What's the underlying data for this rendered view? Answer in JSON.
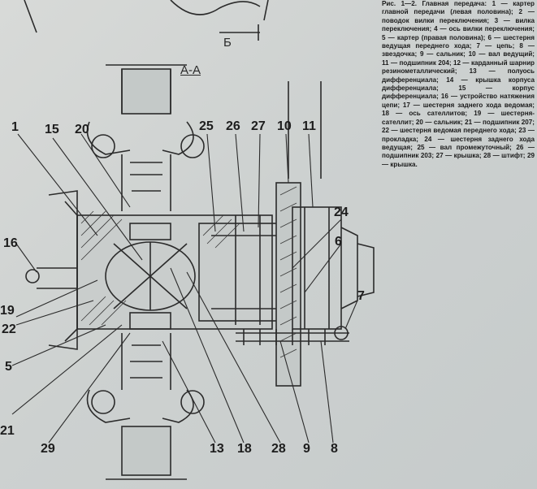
{
  "figure": {
    "section_label": "А-А",
    "view_label": "Б",
    "caption": "Рис. 1—2. Главная передача: 1 — картер главной передачи (левая половина); 2 — поводок вилки переключения; 3 — вилка переключения; 4 — ось вилки переключения; 5 — картер (правая половина); 6 — шестерня ведущая переднего хода; 7 — цепь; 8 — звездочка; 9 — сальник; 10 — вал ведущий; 11 — подшипник 204; 12 — карданный шарнир резинометаллический; 13 — полуось дифференциала; 14 — крышка корпуса дифференциала; 15 — корпус дифференциала; 16 — устройство натяжения цепи; 17 — шестерня заднего хода ведомая; 18 — ось сателлитов; 19 — шестерня-сателлит; 20 — сальник; 21 — подшипник 207; 22 — шестерня ведомая переднего хода; 23 — прокладка; 24 — шестерня заднего хода ведущая; 25 — вал промежуточный; 26 — подшипник 203; 27 — крышка; 28 — штифт; 29 — крышка."
  },
  "callouts": {
    "c1": "1",
    "c15": "15",
    "c20": "20",
    "c25": "25",
    "c26": "26",
    "c27": "27",
    "c10": "10",
    "c11": "11",
    "c24": "24",
    "c6": "6",
    "c16": "16",
    "c19": "19",
    "c22": "22",
    "c5": "5",
    "c21": "21",
    "c29": "29",
    "c13": "13",
    "c18": "18",
    "c28": "28",
    "c9": "9",
    "c8": "8",
    "c7": "7"
  }
}
